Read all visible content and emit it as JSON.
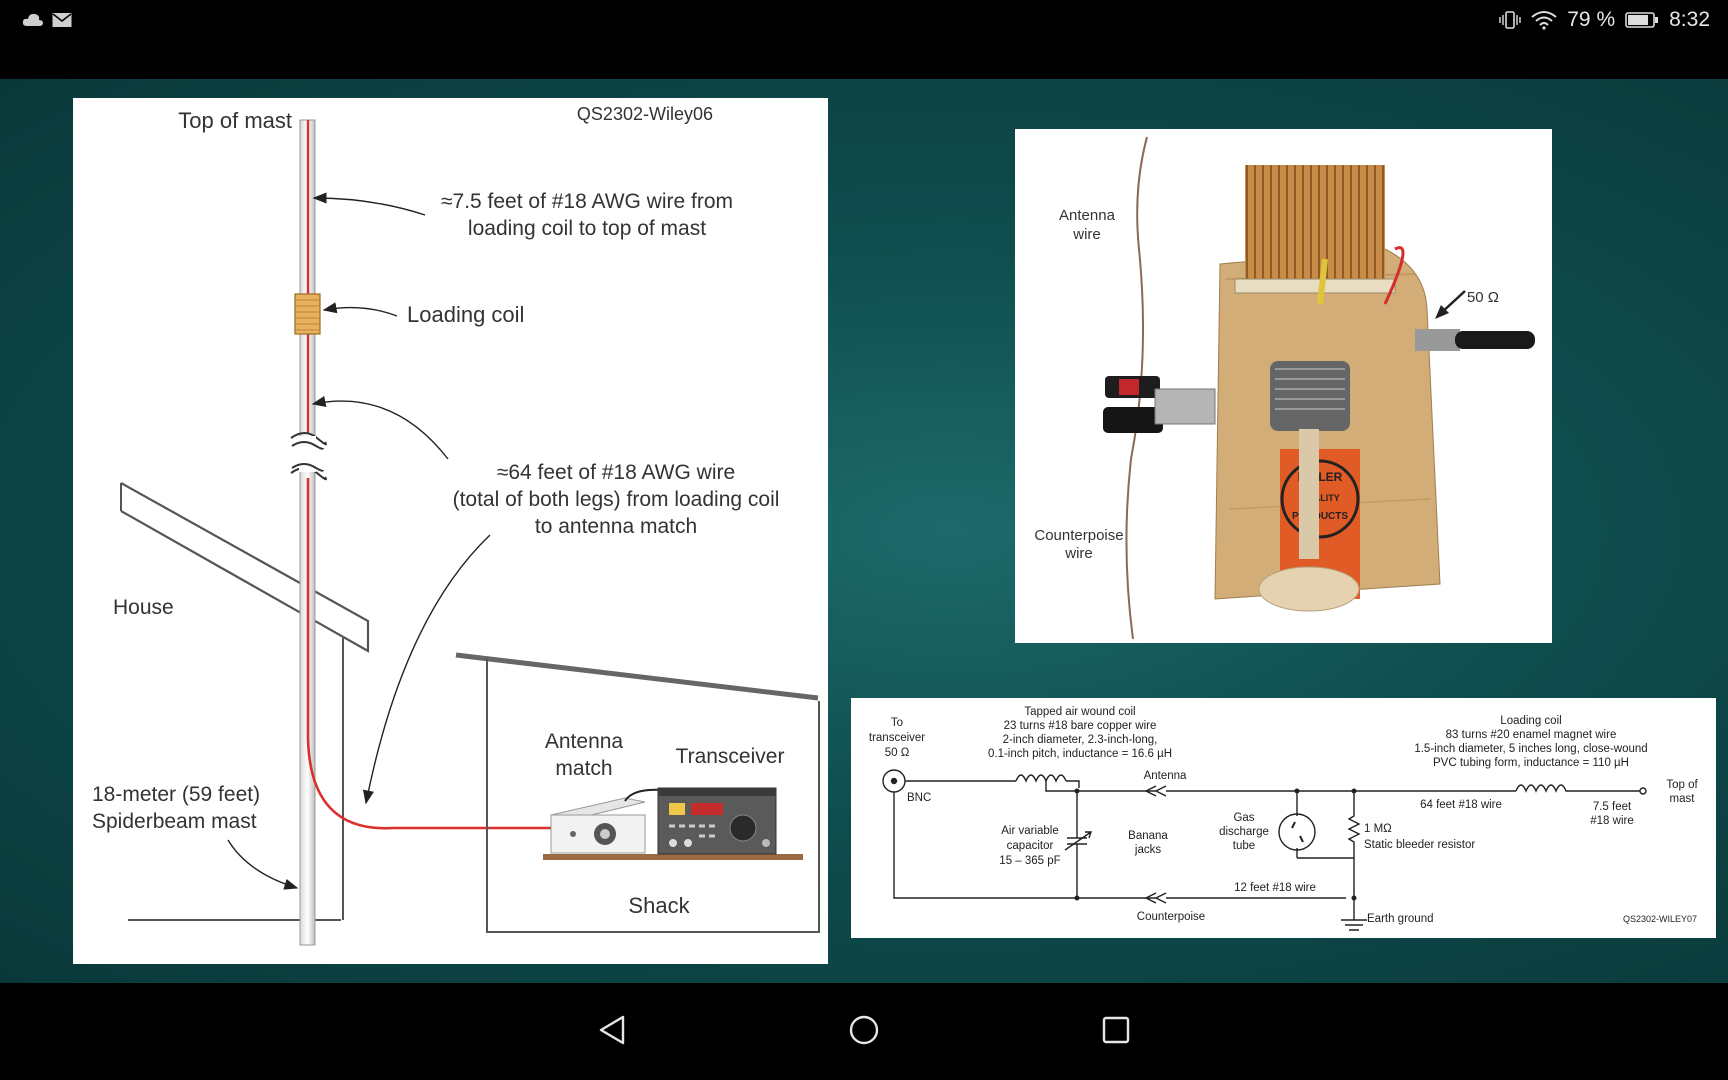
{
  "status_bar": {
    "battery_text": "79 %",
    "time": "8:32",
    "left_icons": [
      "cloud-icon",
      "mail-icon"
    ],
    "right_icons": [
      "vibrate-icon",
      "wifi-icon",
      "battery-icon"
    ]
  },
  "diagram": {
    "fig_id": "QS2302-Wiley06",
    "top_label": "Top of mast",
    "wire_top_l1": "≈7.5 feet of #18 AWG wire from",
    "wire_top_l2": "loading coil to top of mast",
    "coil_label": "Loading coil",
    "wire_long_l1": "≈64 feet of #18 AWG wire",
    "wire_long_l2": "(total of both legs) from loading coil",
    "wire_long_l3": "to antenna match",
    "house": "House",
    "mast_l1": "18-meter (59 feet)",
    "mast_l2": "Spiderbeam mast",
    "match_l1": "Antenna",
    "match_l2": "match",
    "transceiver": "Transceiver",
    "shack": "Shack"
  },
  "photo": {
    "antenna_l1": "Antenna",
    "antenna_l2": "wire",
    "counter_l1": "Counterpoise",
    "counter_l2": "wire",
    "ohms": "50 Ω",
    "badge_l1": "MILLER",
    "badge_l2": "QUALITY",
    "badge_l3": "PRODUCTS"
  },
  "schematic": {
    "to_l1": "To",
    "to_l2": "transceiver",
    "to_l3": "50 Ω",
    "bnc": "BNC",
    "coil_l1": "Tapped air wound coil",
    "coil_l2": "23 turns #18 bare copper wire",
    "coil_l3": "2-inch diameter, 2.3-inch-long,",
    "coil_l4": "0.1-inch pitch, inductance = 16.6 µH",
    "cap_l1": "Air variable",
    "cap_l2": "capacitor",
    "cap_l3": "15 – 365 pF",
    "antenna": "Antenna",
    "banana_l1": "Banana",
    "banana_l2": "jacks",
    "counterpoise": "Counterpoise",
    "gas_l1": "Gas",
    "gas_l2": "discharge",
    "gas_l3": "tube",
    "res_l1": "1 MΩ",
    "res_l2": "Static bleeder resistor",
    "wire64": "64 feet #18 wire",
    "wire12": "12 feet #18 wire",
    "load_l1": "Loading coil",
    "load_l2": "83 turns #20 enamel magnet wire",
    "load_l3": "1.5-inch diameter, 5 inches long, close-wound",
    "load_l4": "PVC tubing form, inductance = 110 µH",
    "wire75_l1": "7.5 feet",
    "wire75_l2": "#18 wire",
    "topmast_l1": "Top of",
    "topmast_l2": "mast",
    "earth": "Earth ground",
    "fig_id": "QS2302-WILEY07"
  }
}
